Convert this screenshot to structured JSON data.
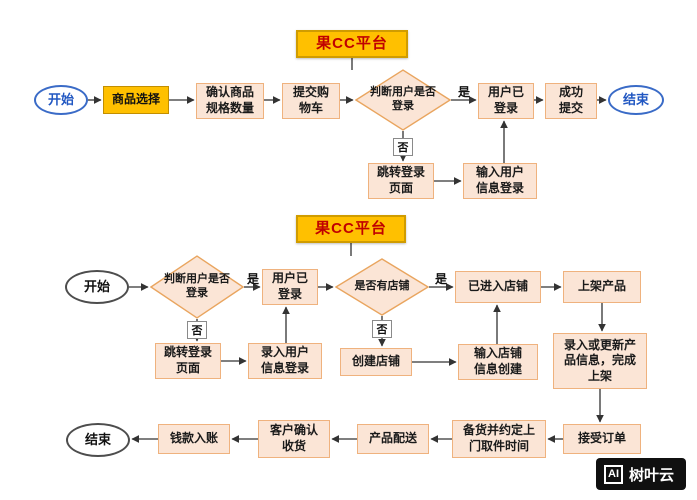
{
  "flow1": {
    "title": "果CC平台",
    "start": "开始",
    "end": "结束",
    "yes": "是",
    "no": "否",
    "nodes": {
      "select": "商品选择",
      "confirm": "确认商品\n规格数量",
      "cart": "提交购\n物车",
      "check_login": "判断用户是否\n登录",
      "logged_in": "用户已\n登录",
      "submit_ok": "成功\n提交",
      "goto_login": "跳转登录\n页面",
      "input_login": "输入用户\n信息登录"
    }
  },
  "flow2": {
    "title": "果CC平台",
    "start": "开始",
    "end": "结束",
    "yes": "是",
    "no": "否",
    "nodes": {
      "check_login": "判断用户是否\n登录",
      "logged_in": "用户已\n登录",
      "has_shop": "是否有店铺",
      "entered_shop": "已进入店铺",
      "list_product": "上架产品",
      "goto_login": "跳转登录\n页面",
      "input_login": "录入用户\n信息登录",
      "create_shop": "创建店铺",
      "input_shop": "输入店铺\n信息创建",
      "update_product": "录入或更新产\n品信息，完成\n上架",
      "accept_order": "接受订单",
      "prepare": "备货并约定上\n门取件时间",
      "delivery": "产品配送",
      "confirm_receipt": "客户确认\n收货",
      "payment": "钱款入账"
    }
  },
  "watermark": {
    "logo": "AI",
    "text": "树叶云"
  }
}
